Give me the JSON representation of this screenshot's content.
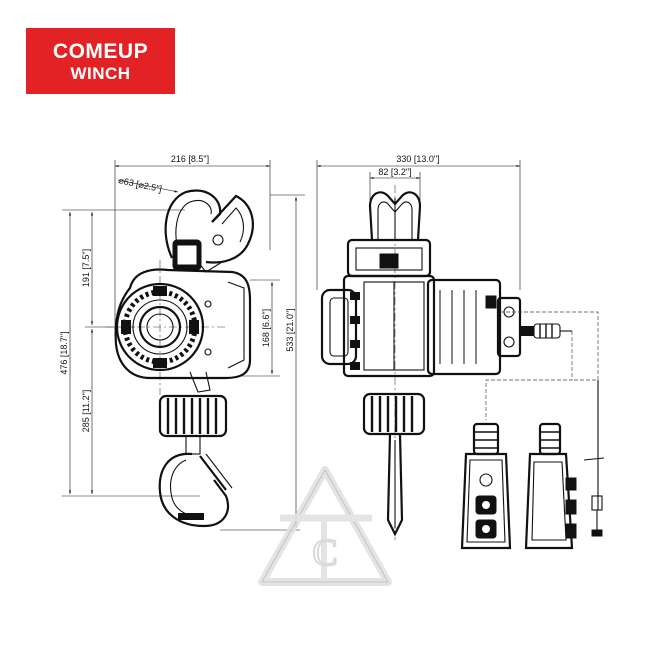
{
  "brand": {
    "line1": "COMEUP",
    "line2": "WINCH",
    "color": "#e32225"
  },
  "dimensions": {
    "side_width": "216 [8.5\"]",
    "hook_diameter": "⌀63 [⌀2.5\"]",
    "upper_height": "191 [7.5\"]",
    "total_height": "476 [18.7\"]",
    "lower_height": "285 [11.2\"]",
    "body_height": "168 [6.6\"]",
    "overall_height": "533 [21.0\"]",
    "front_width": "330 [13.0\"]",
    "hook_width": "82 [3.2\"]"
  },
  "watermark": {
    "letters": "C"
  }
}
